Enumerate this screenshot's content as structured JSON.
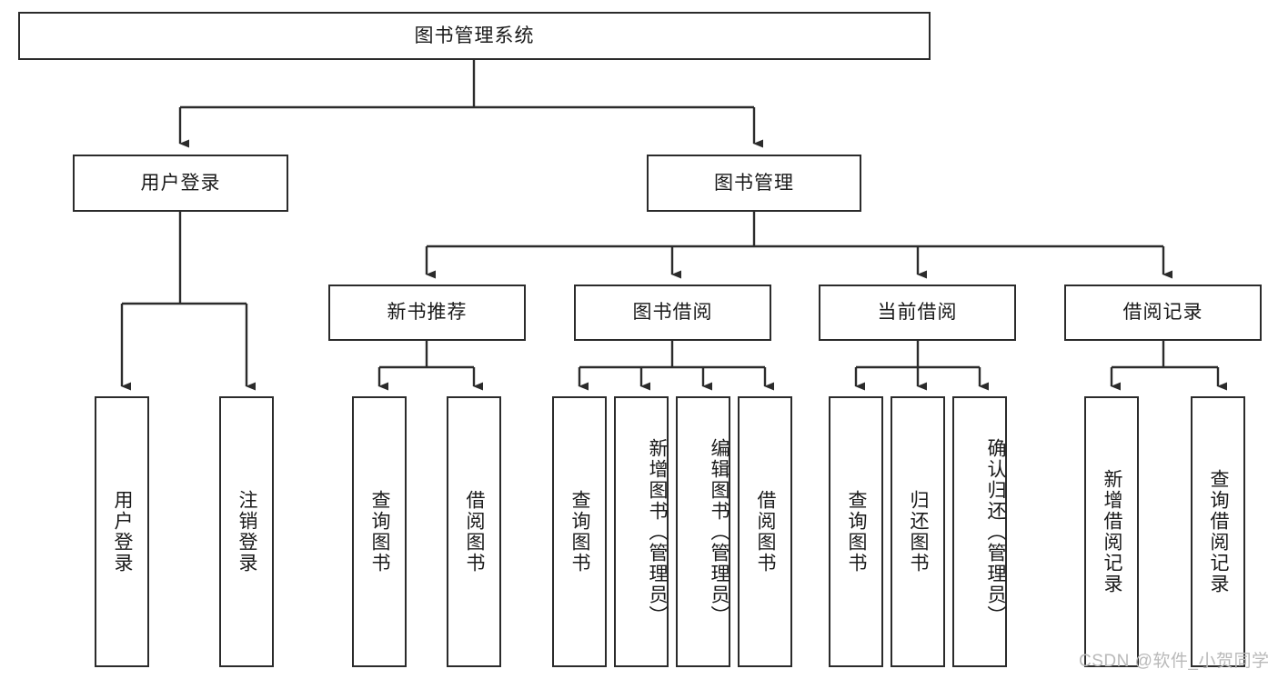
{
  "diagram": {
    "title": "图书管理系统",
    "type": "tree-hierarchy",
    "orientation": "top-down",
    "colors": {
      "box_border": "#2b2b2b",
      "box_fill": "#ffffff",
      "connector": "#2b2b2b",
      "text": "#1a1a1a",
      "watermark": "#b9b9b9",
      "background": "#ffffff"
    },
    "levels": {
      "root": "图书管理系统",
      "level2": [
        "用户登录",
        "图书管理"
      ],
      "level3": [
        "新书推荐",
        "图书借阅",
        "当前借阅",
        "借阅记录"
      ]
    },
    "nodes": {
      "root": {
        "label": "图书管理系统"
      },
      "user_login": {
        "label": "用户登录"
      },
      "book_manage": {
        "label": "图书管理"
      },
      "new_book_rec": {
        "label": "新书推荐"
      },
      "book_borrow": {
        "label": "图书借阅"
      },
      "current_borrow": {
        "label": "当前借阅"
      },
      "borrow_record": {
        "label": "借阅记录"
      },
      "leaf_user_login": {
        "label": "用户登录"
      },
      "leaf_logout": {
        "label": "注销登录"
      },
      "leaf_query_book_a": {
        "label": "查询图书"
      },
      "leaf_borrow_book_a": {
        "label": "借阅图书"
      },
      "leaf_query_book_b": {
        "label": "查询图书"
      },
      "leaf_add_book": {
        "label": "新增图书（管理员）"
      },
      "leaf_edit_book": {
        "label": "编辑图书（管理员）"
      },
      "leaf_borrow_book_b": {
        "label": "借阅图书"
      },
      "leaf_query_book_c": {
        "label": "查询图书"
      },
      "leaf_return_book": {
        "label": "归还图书"
      },
      "leaf_confirm_return": {
        "label": "确认归还（管理员）"
      },
      "leaf_add_record": {
        "label": "新增借阅记录"
      },
      "leaf_query_record": {
        "label": "查询借阅记录"
      }
    },
    "watermark": "CSDN @软件_小贺同学"
  }
}
